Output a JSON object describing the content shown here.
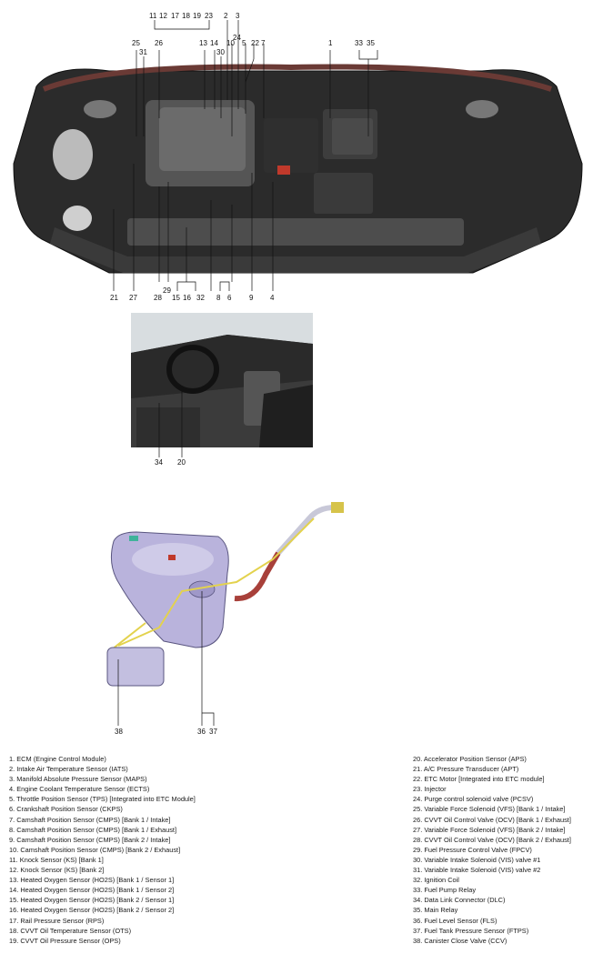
{
  "engine_callouts_top": [
    "11",
    "12",
    "17",
    "18",
    "19",
    "23",
    "2",
    "3",
    "24",
    "25",
    "26",
    "13",
    "14",
    "10",
    "5",
    "22",
    "7",
    "1",
    "33",
    "35",
    "31",
    "30"
  ],
  "engine_callouts_bottom": [
    "21",
    "27",
    "28",
    "29",
    "15",
    "16",
    "32",
    "8",
    "6",
    "9",
    "4"
  ],
  "interior_callouts": [
    "34",
    "20"
  ],
  "tank_callouts": [
    "38",
    "36",
    "37"
  ],
  "legend_left": [
    "1. ECM (Engine Control Module)",
    "2. Intake Air Temperature Sensor (IATS)",
    "3. Manifold Absolute Pressure Sensor (MAPS)",
    "4. Engine Coolant Temperature Sensor (ECTS)",
    "5. Throttle Position Sensor (TPS) [Integrated into ETC Module]",
    "6. Crankshaft Position Sensor (CKPS)",
    "7. Camshaft Position Sensor (CMPS) [Bank 1 / Intake]",
    "8. Camshaft Position Sensor (CMPS) [Bank 1 / Exhaust]",
    "9. Camshaft Position Sensor (CMPS) [Bank 2 / Intake]",
    "10. Camshaft Position Sensor (CMPS) [Bank 2 / Exhaust]",
    "11. Knock Sensor (KS) [Bank 1]",
    "12. Knock Sensor (KS) [Bank 2]",
    "13. Heated Oxygen Sensor (HO2S) [Bank 1 / Sensor 1]",
    "14. Heated Oxygen Sensor (HO2S) [Bank 1 / Sensor 2]",
    "15. Heated Oxygen Sensor (HO2S) [Bank 2 / Sensor 1]",
    "16. Heated Oxygen Sensor (HO2S) [Bank 2 / Sensor 2]",
    "17. Rail Pressure Sensor (RPS)",
    "18. CVVT Oil Temperature Sensor (OTS)",
    "19. CVVT Oil Pressure Sensor (OPS)"
  ],
  "legend_right": [
    "20. Accelerator Position Sensor (APS)",
    "21. A/C Pressure Transducer (APT)",
    "22. ETC Motor [Integrated into ETC module]",
    "23. Injector",
    "24. Purge control solenoid valve (PCSV)",
    "25. Variable Force Solenoid (VFS) [Bank 1 / Intake]",
    "26. CVVT Oil Control Valve (OCV) [Bank 1 / Exhaust]",
    "27. Variable Force Solenoid (VFS) [Bank 2 / Intake]",
    "28. CVVT Oil Control Valve (OCV) [Bank 2 / Exhaust]",
    "29. Fuel Pressure Control Valve (FPCV)",
    "30. Variable Intake Solenoid (VIS) valve #1",
    "31. Variable Intake Solenoid (VIS) valve #2",
    "32. Ignition Coil",
    "33. Fuel Pump Relay",
    "34. Data Link Connector (DLC)",
    "35. Main Relay",
    "36. Fuel Level Sensor (FLS)",
    "37. Fuel Tank Pressure Sensor (FTPS)",
    "38. Canister Close Valve (CCV)"
  ]
}
